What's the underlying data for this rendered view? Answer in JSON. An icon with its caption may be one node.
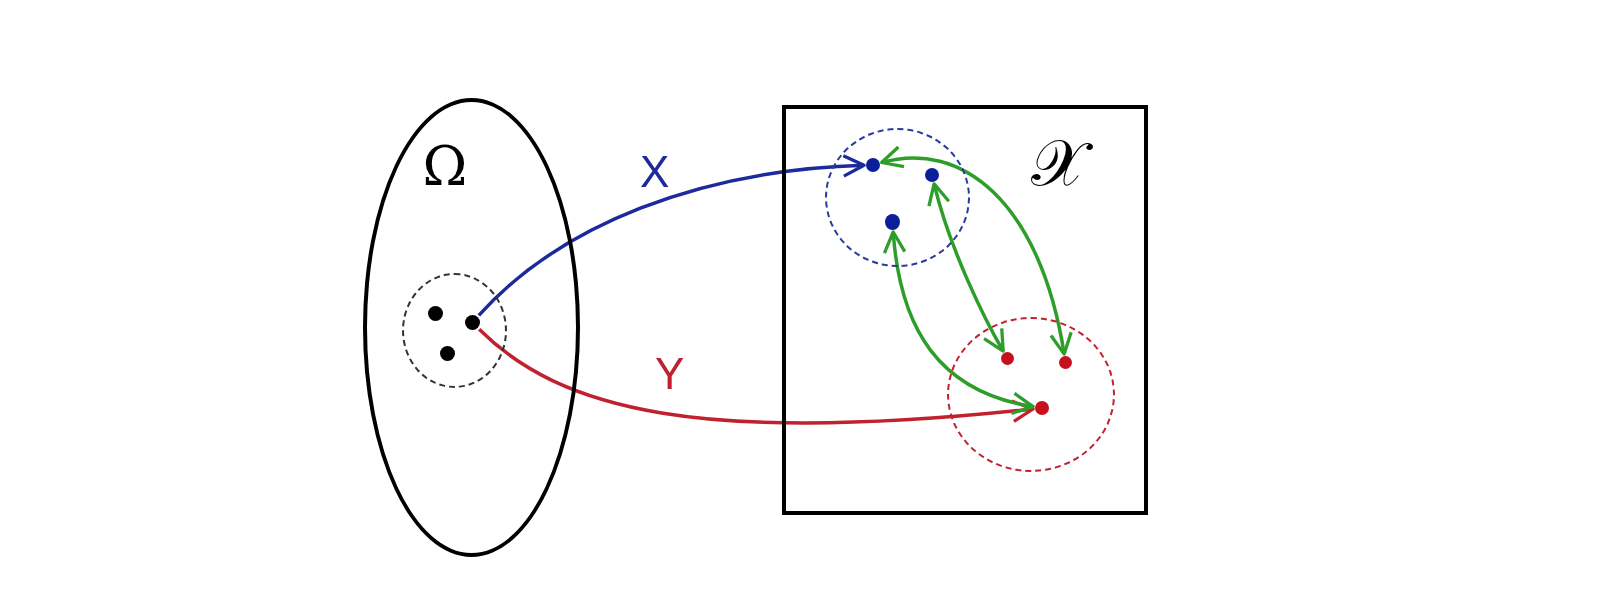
{
  "diagram": {
    "nodes": [
      {
        "text": [
          "Ω"
        ]
      },
      {
        "text": [],
        "shape": "circle",
        "in": 0
      },
      {
        "text": [],
        "shape": "circle",
        "in": 1
      },
      {
        "text": [],
        "shape": "circle",
        "in": 1
      },
      {
        "text": [],
        "shape": "circle",
        "in": 1
      },
      {
        "text": [
          "𝒳"
        ]
      },
      {
        "text": [],
        "shape": "circle",
        "in": 5
      },
      {
        "text": [],
        "shape": "circle",
        "in": 6
      },
      {
        "text": [],
        "shape": "circle",
        "in": 6
      },
      {
        "text": [],
        "shape": "circle",
        "in": 6
      },
      {
        "text": [],
        "shape": "circle",
        "in": 5
      },
      {
        "text": [],
        "shape": "circle",
        "in": 10
      },
      {
        "text": [],
        "shape": "circle",
        "in": 10
      },
      {
        "text": [],
        "shape": "circle",
        "in": 10
      }
    ],
    "edges": [
      {
        "from": 3,
        "to": 7,
        "arrow": "to",
        "label": "X",
        "color": "#1c2a9c"
      },
      {
        "from": 3,
        "to": 13,
        "arrow": "to",
        "label": "Y",
        "color": "#c0212e"
      },
      {
        "from": 7,
        "to": 12,
        "arrow": "both"
      },
      {
        "from": 8,
        "to": 11,
        "arrow": "both"
      },
      {
        "from": 9,
        "to": 13,
        "arrow": "both"
      }
    ]
  }
}
